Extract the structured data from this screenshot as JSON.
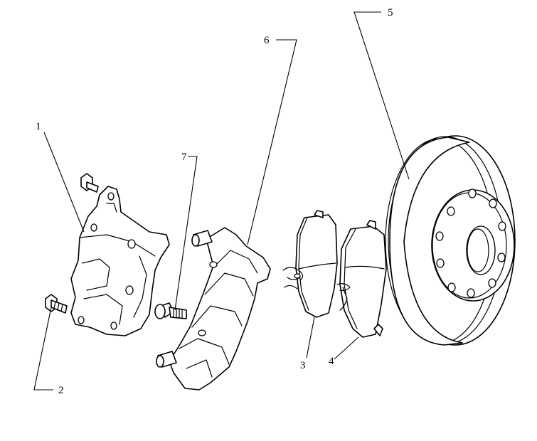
{
  "callouts": [
    {
      "id": "1",
      "label": "1"
    },
    {
      "id": "2",
      "label": "2"
    },
    {
      "id": "3",
      "label": "3"
    },
    {
      "id": "4",
      "label": "4"
    },
    {
      "id": "5",
      "label": "5"
    },
    {
      "id": "6",
      "label": "6"
    },
    {
      "id": "7",
      "label": "7"
    }
  ],
  "colors": {
    "line": "#000000",
    "background": "#ffffff"
  }
}
